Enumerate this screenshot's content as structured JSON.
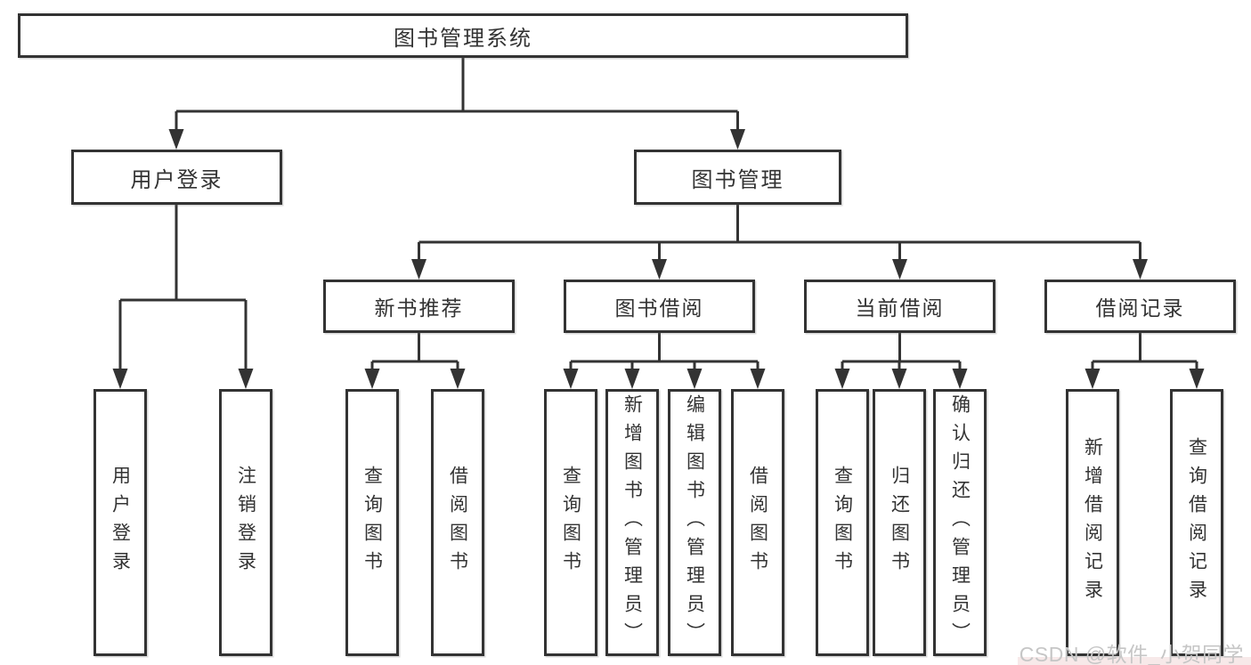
{
  "colors": {
    "line": "#333333",
    "text": "#333333",
    "box_bg": "#ffffff",
    "watermark": "#c6c6c6",
    "pink_band": "#f7e9e9"
  },
  "watermark": {
    "text": "CSDN @软件_小贺同学"
  },
  "tree": {
    "root": {
      "label": "图书管理系统"
    },
    "user_login": {
      "label": "用户登录",
      "children": [
        {
          "label": "用户登录"
        },
        {
          "label": "注销登录"
        }
      ]
    },
    "book_mgmt": {
      "label": "图书管理",
      "modules": [
        {
          "label": "新书推荐",
          "children": [
            {
              "label": "查询图书"
            },
            {
              "label": "借阅图书"
            }
          ]
        },
        {
          "label": "图书借阅",
          "children": [
            {
              "label": "查询图书"
            },
            {
              "label": "新增图书（管理员）"
            },
            {
              "label": "编辑图书（管理员）"
            },
            {
              "label": "借阅图书"
            }
          ]
        },
        {
          "label": "当前借阅",
          "children": [
            {
              "label": "查询图书"
            },
            {
              "label": "归还图书"
            },
            {
              "label": "确认归还（管理员）"
            }
          ]
        },
        {
          "label": "借阅记录",
          "children": [
            {
              "label": "新增借阅记录"
            },
            {
              "label": "查询借阅记录"
            }
          ]
        }
      ]
    }
  }
}
